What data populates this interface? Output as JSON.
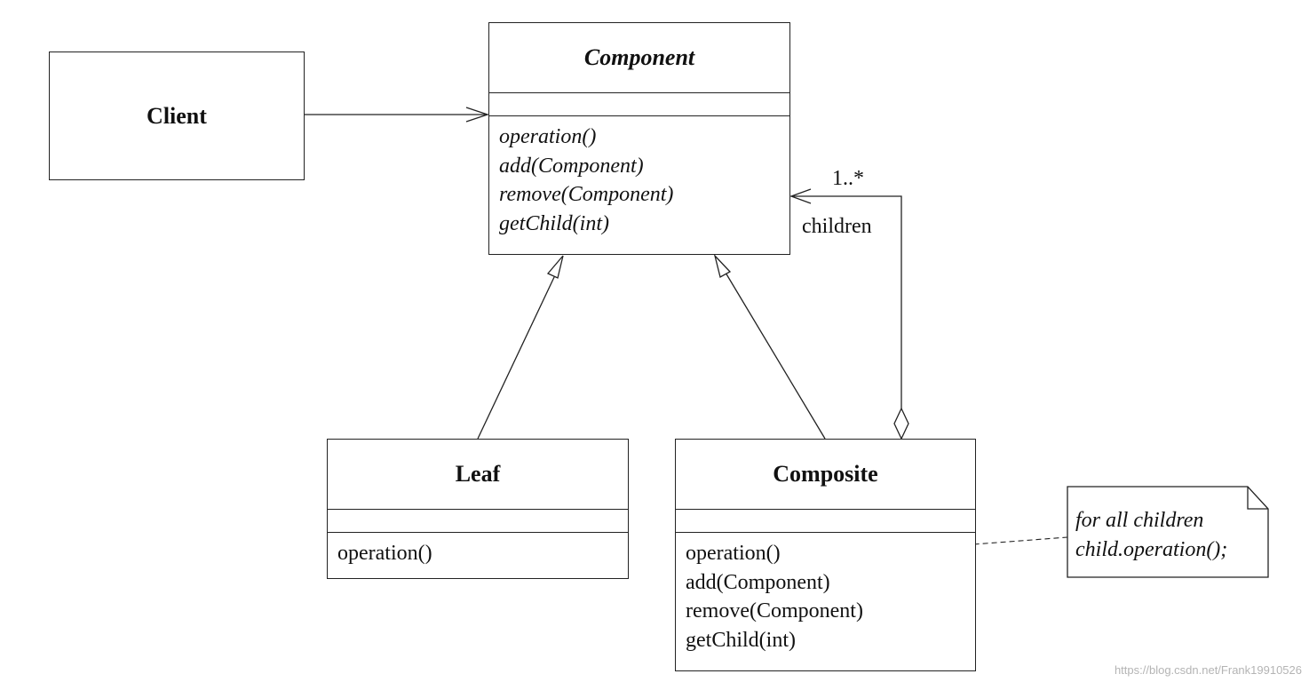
{
  "classes": {
    "client": {
      "name": "Client"
    },
    "component": {
      "name": "Component",
      "operations": [
        "operation()",
        "add(Component)",
        "remove(Component)",
        "getChild(int)"
      ]
    },
    "leaf": {
      "name": "Leaf",
      "operations": [
        "operation()"
      ]
    },
    "composite": {
      "name": "Composite",
      "operations": [
        "operation()",
        "add(Component)",
        "remove(Component)",
        "getChild(int)"
      ]
    }
  },
  "association": {
    "multiplicity": "1..*",
    "role": "children"
  },
  "note": {
    "lines": [
      "for all children",
      "child.operation();"
    ]
  },
  "watermark": "https://blog.csdn.net/Frank19910526"
}
